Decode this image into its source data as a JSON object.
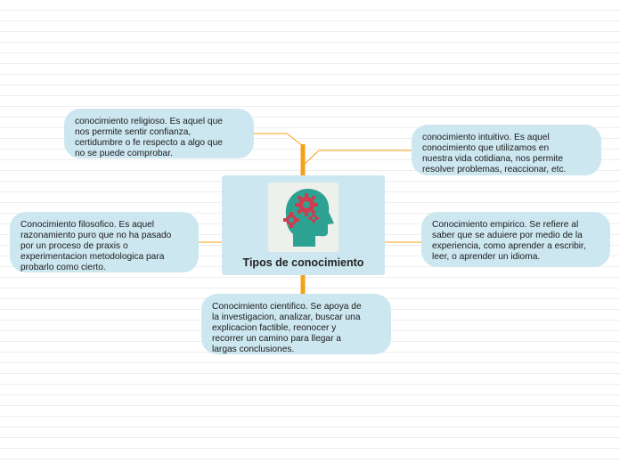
{
  "central_topic": {
    "title": "Tipos de conocimiento",
    "icon": "head-gears-icon",
    "colors": {
      "head": "#2ea292",
      "gears": "#d23a4e",
      "box": "#cde7f0"
    }
  },
  "topics": {
    "religioso": "conocimiento religioso. Es aquel que\nnos permite sentir confianza,\ncertidumbre o fe respecto a algo que\nno se puede comprobar.",
    "intuitivo": "conocimiento intuitivo. Es aquel\nconocimiento que utilizamos en\nnuestra vida cotidiana, nos permite\nresolver problemas, reaccionar, etc.",
    "filosofico": "Conocimiento filosofico. Es aquel\nrazonamiento puro que no ha pasado\npor un proceso de praxis o\nexperimentacion metodologica para\nprobarlo como cierto.",
    "empirico": "Conocimiento empirico. Se refiere al\nsaber que se aduiere por medio de la\nexperiencia, como aprender a escribir,\nleer, o aprender un idioma.",
    "cientifico": "Conocimiento cientifico. Se apoya de\nla investigacion, analizar, buscar una\nexplicacion factible, reonocer  y\nrecorrer un camino para llegar a\nlargas conclusiones."
  },
  "colors": {
    "connector": "#f5a117",
    "node_fill": "#cde7f0",
    "background_lines": "#eeeeee"
  }
}
